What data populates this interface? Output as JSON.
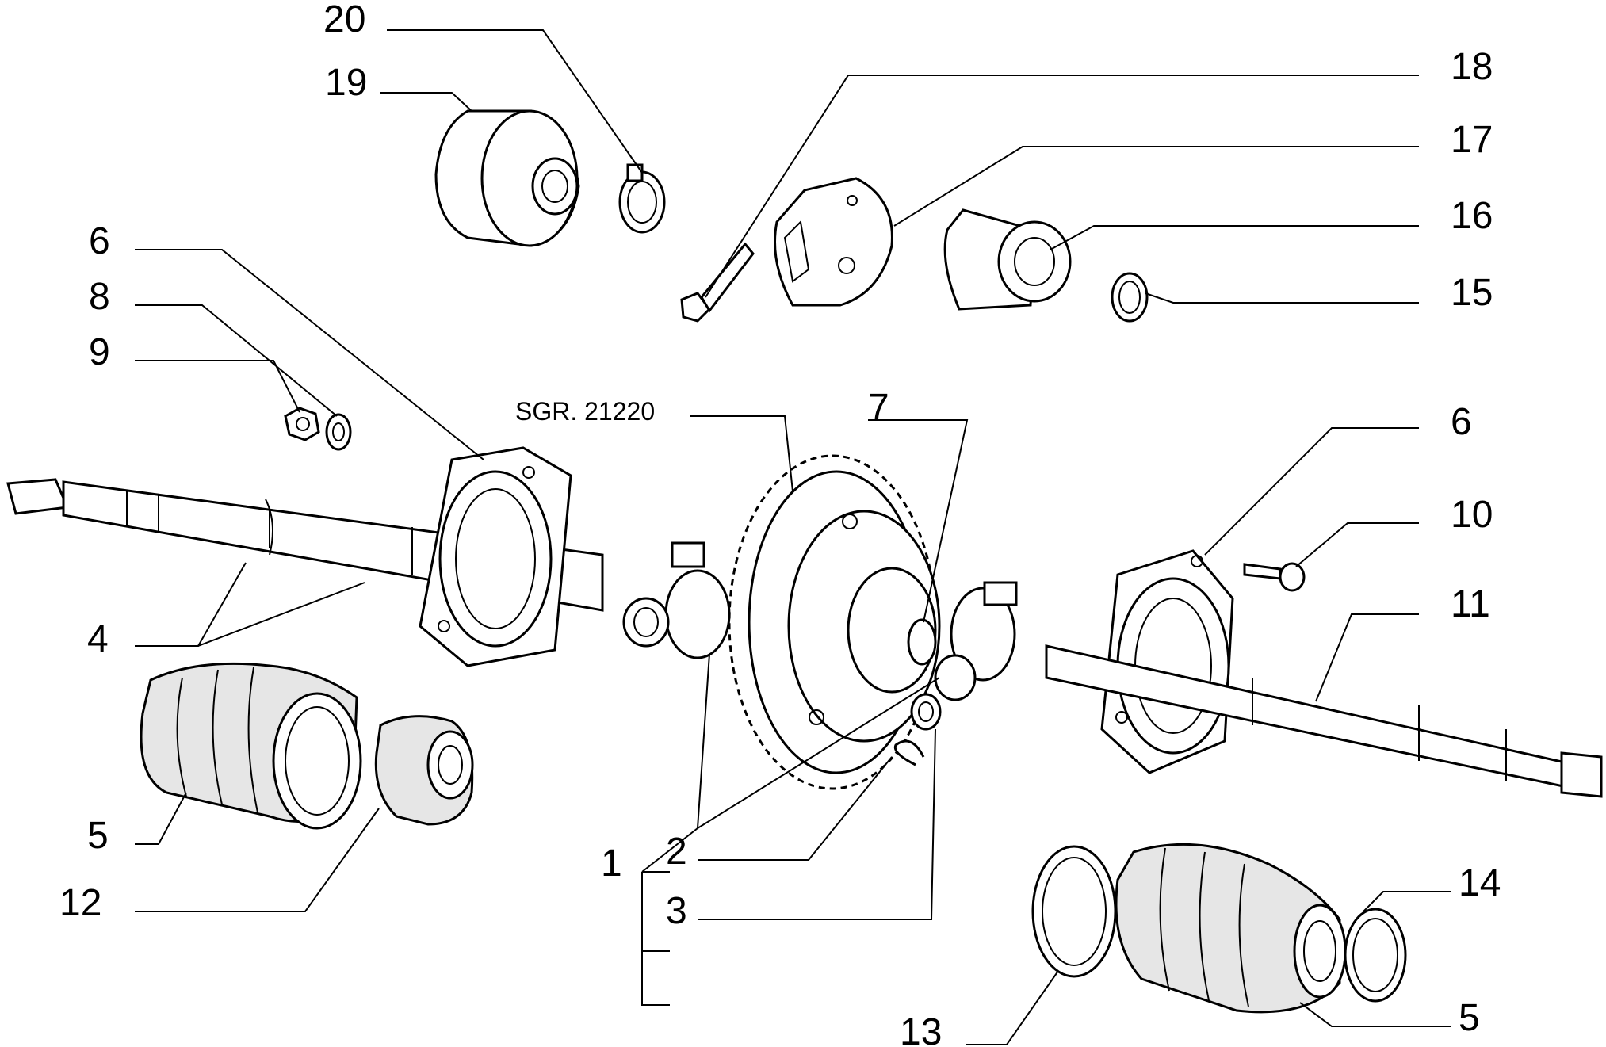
{
  "diagram": {
    "reference_label": "SGR. 21220",
    "callouts": [
      {
        "id": "c20",
        "text": "20"
      },
      {
        "id": "c19",
        "text": "19"
      },
      {
        "id": "c18",
        "text": "18"
      },
      {
        "id": "c17",
        "text": "17"
      },
      {
        "id": "c16",
        "text": "16"
      },
      {
        "id": "c15",
        "text": "15"
      },
      {
        "id": "c6a",
        "text": "6"
      },
      {
        "id": "c8",
        "text": "8"
      },
      {
        "id": "c9",
        "text": "9"
      },
      {
        "id": "c7",
        "text": "7"
      },
      {
        "id": "c6b",
        "text": "6"
      },
      {
        "id": "c10",
        "text": "10"
      },
      {
        "id": "c11",
        "text": "11"
      },
      {
        "id": "c4",
        "text": "4"
      },
      {
        "id": "c5a",
        "text": "5"
      },
      {
        "id": "c12",
        "text": "12"
      },
      {
        "id": "c1",
        "text": "1"
      },
      {
        "id": "c2",
        "text": "2"
      },
      {
        "id": "c3",
        "text": "3"
      },
      {
        "id": "c14",
        "text": "14"
      },
      {
        "id": "c13",
        "text": "13"
      },
      {
        "id": "c5b",
        "text": "5"
      }
    ]
  }
}
